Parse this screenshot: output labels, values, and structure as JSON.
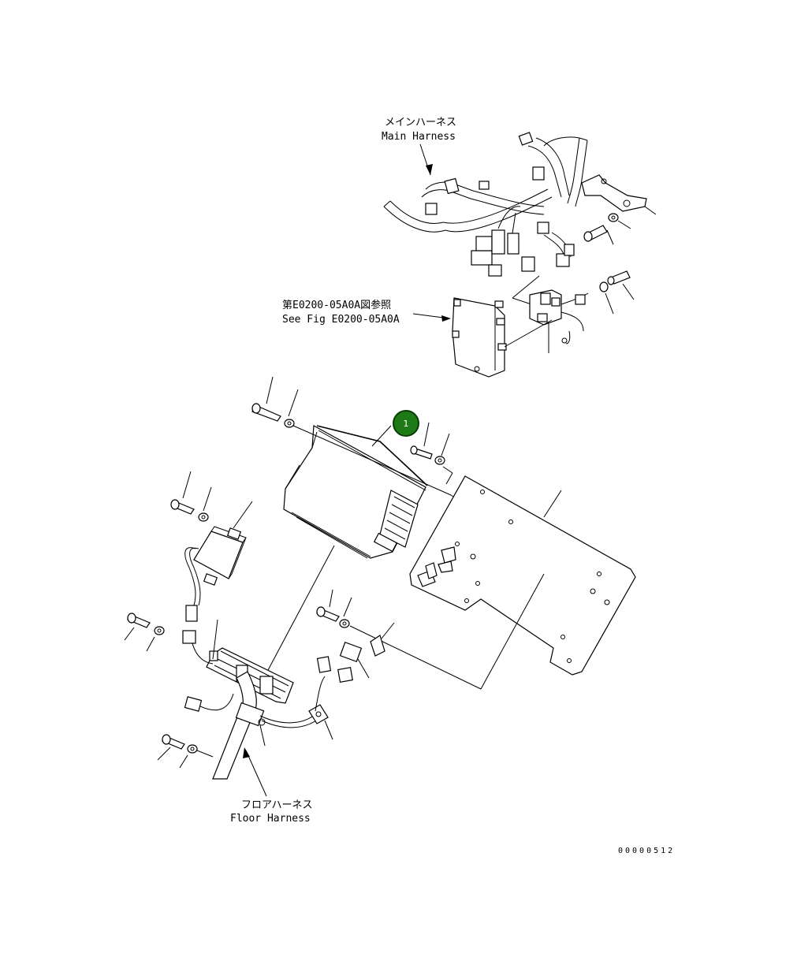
{
  "labels": {
    "main_harness_jp": "メインハーネス",
    "main_harness_en": "Main Harness",
    "see_fig_jp": "第E0200-05A0A図参照",
    "see_fig_en": "See Fig E0200-05A0A",
    "floor_harness_jp": "フロアハーネス",
    "floor_harness_en": "Floor Harness"
  },
  "callout": {
    "number": "1",
    "color": "#1e7a16"
  },
  "figure_number": "00000512"
}
